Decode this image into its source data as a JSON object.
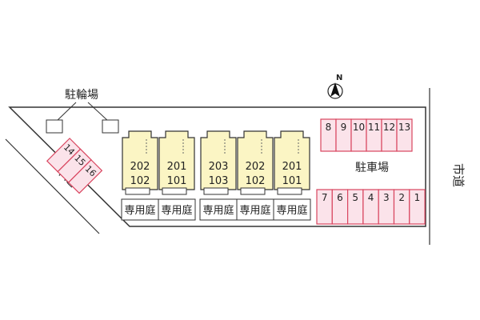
{
  "labels": {
    "bicycle_parking": "駐輪場",
    "car_parking": "駐車場",
    "city_road": "市道"
  },
  "north": {
    "letter": "N"
  },
  "bike_spaces": [
    "14",
    "15",
    "16"
  ],
  "parking_top": [
    "8",
    "9",
    "10",
    "11",
    "12",
    "13"
  ],
  "parking_bottom": [
    "7",
    "6",
    "5",
    "4",
    "3",
    "2",
    "1"
  ],
  "buildings": [
    {
      "units": [
        {
          "upper": "202",
          "lower": "102"
        },
        {
          "upper": "201",
          "lower": "101"
        }
      ]
    },
    {
      "units": [
        {
          "upper": "203",
          "lower": "103"
        },
        {
          "upper": "202",
          "lower": "102"
        },
        {
          "upper": "201",
          "lower": "101"
        }
      ]
    }
  ],
  "gardens": [
    "専用庭",
    "専用庭",
    "専用庭",
    "専用庭",
    "専用庭"
  ],
  "colors": {
    "building_fill": "#fbf5c4",
    "parking_fill": "#fbe3ea",
    "parking_stroke": "#d9455f",
    "line": "#333333"
  }
}
